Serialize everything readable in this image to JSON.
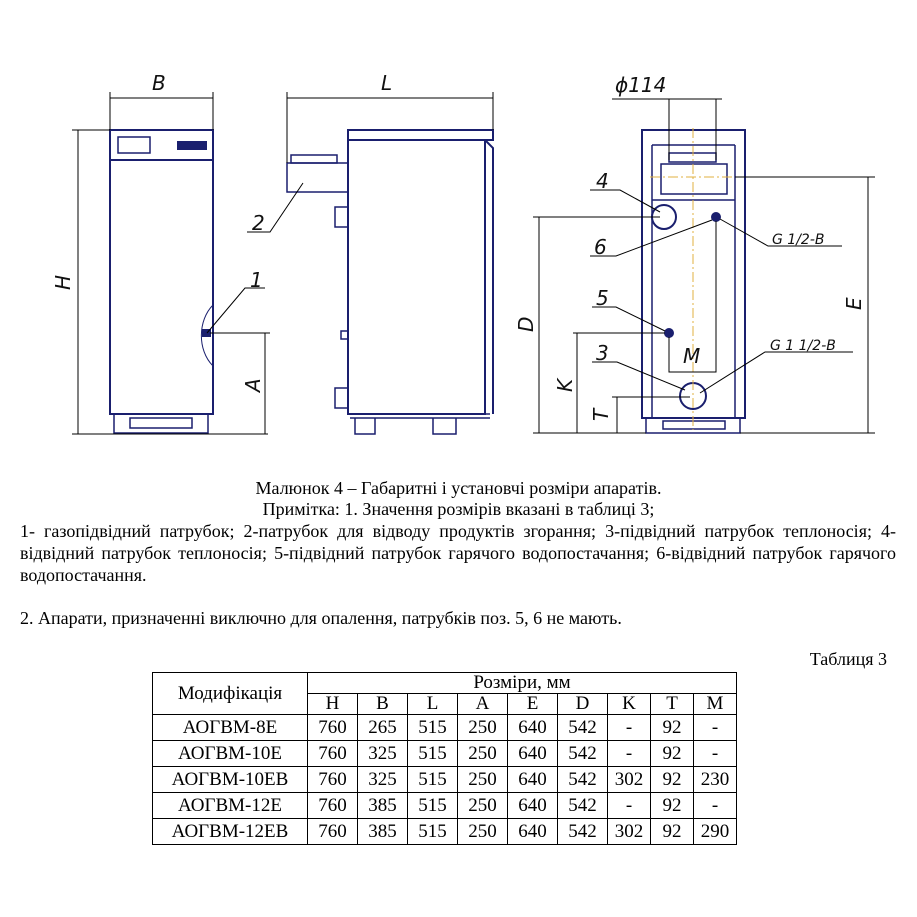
{
  "drawing": {
    "dim_labels": {
      "B": "B",
      "L": "L",
      "H": "H",
      "A": "A",
      "D": "D",
      "K": "K",
      "T": "T",
      "E": "E",
      "M": "M",
      "phi": "ϕ114"
    },
    "callouts": {
      "c1": "1",
      "c2": "2",
      "c3": "3",
      "c4": "4",
      "c5": "5",
      "c6": "6"
    },
    "threads": {
      "small": "G 1/2-B",
      "large": "G 1 1/2-B"
    },
    "colors": {
      "outline": "#1a1f6e",
      "centerline": "#e0b040"
    }
  },
  "caption": {
    "title": "Малюнок 4 – Габаритні і установчі розміри апаратів.",
    "note": "Примітка: 1. Значення розмірів вказані в таблиці 3;",
    "items": "1- газопідвідний патрубок; 2-патрубок для відводу продуктів згорання; 3-підвідний патрубок теплоносія; 4-відвідний патрубок теплоносія; 5-підвідний патрубок гарячого водопостачання; 6-відвідний патрубок гарячого водопостачання.",
    "note2": "2. Апарати, призначенні виключно для опалення, патрубків поз. 5, 6 не мають."
  },
  "table": {
    "name": "Таблиця 3",
    "col_model": "Модифікація",
    "group_header": "Розміри, мм",
    "columns": [
      "H",
      "B",
      "L",
      "A",
      "E",
      "D",
      "K",
      "T",
      "M"
    ],
    "rows": [
      {
        "model": "АОГВМ-8Е",
        "values": [
          "760",
          "265",
          "515",
          "250",
          "640",
          "542",
          "-",
          "92",
          "-"
        ]
      },
      {
        "model": "АОГВМ-10Е",
        "values": [
          "760",
          "325",
          "515",
          "250",
          "640",
          "542",
          "-",
          "92",
          "-"
        ]
      },
      {
        "model": "АОГВМ-10ЕВ",
        "values": [
          "760",
          "325",
          "515",
          "250",
          "640",
          "542",
          "302",
          "92",
          "230"
        ]
      },
      {
        "model": "АОГВМ-12Е",
        "values": [
          "760",
          "385",
          "515",
          "250",
          "640",
          "542",
          "-",
          "92",
          "-"
        ]
      },
      {
        "model": "АОГВМ-12ЕВ",
        "values": [
          "760",
          "385",
          "515",
          "250",
          "640",
          "542",
          "302",
          "92",
          "290"
        ]
      }
    ]
  }
}
